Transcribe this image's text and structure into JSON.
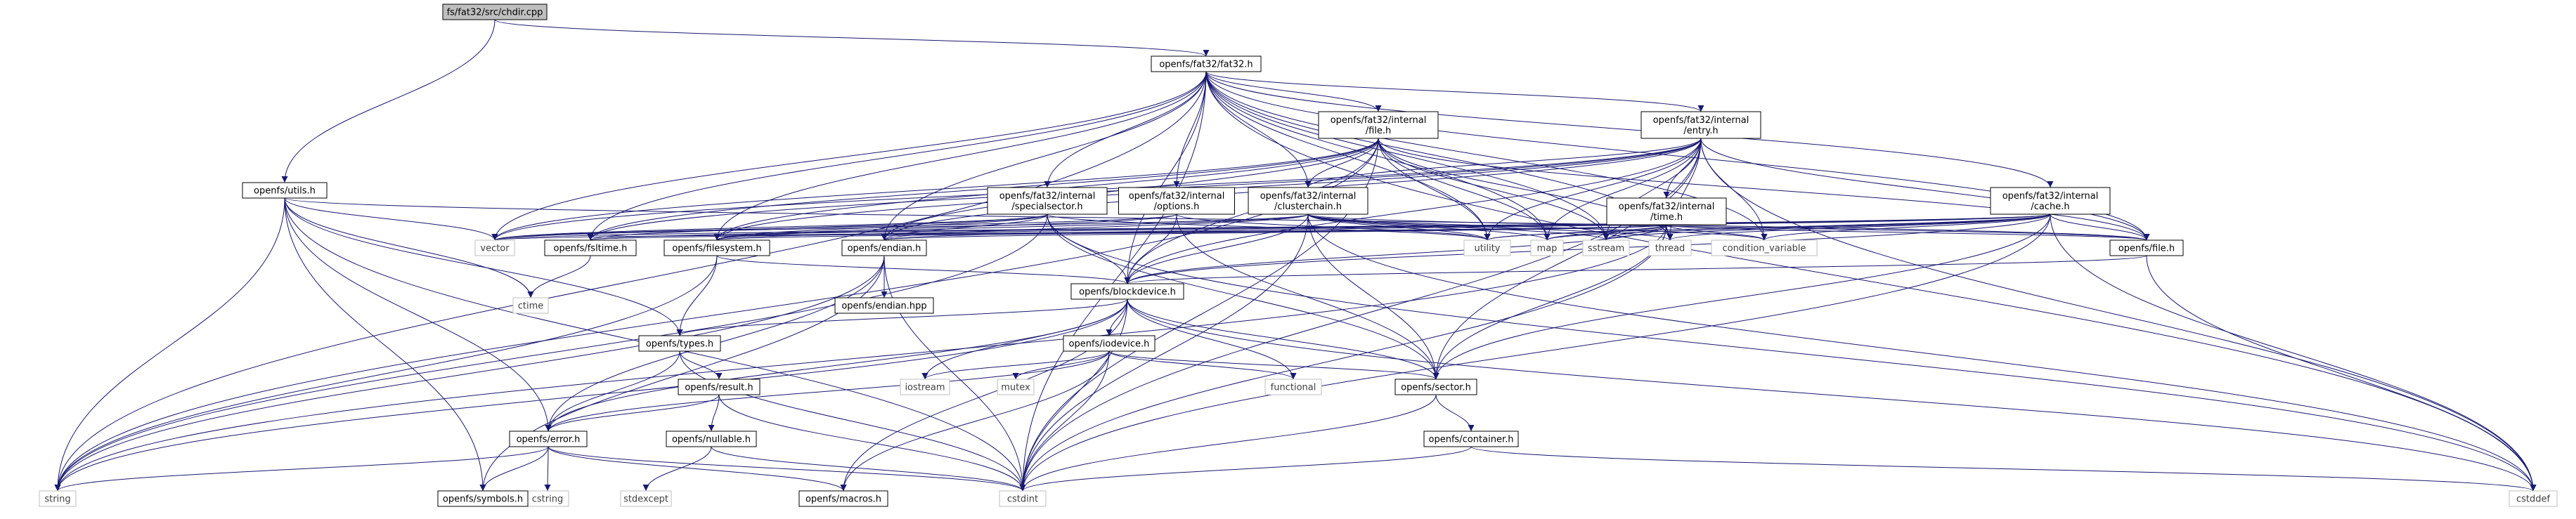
{
  "colors": {
    "edge": "#191970",
    "root_fill": "#bfbfbf",
    "local_border": "#000000",
    "system_border": "#bfbfbf",
    "background": "#ffffff"
  },
  "nodes": {
    "chdir": {
      "lines": [
        "fs/fat32/src/chdir.cpp"
      ],
      "kind": "root"
    },
    "fat32": {
      "lines": [
        "openfs/fat32/fat32.h"
      ],
      "kind": "local"
    },
    "utils": {
      "lines": [
        "openfs/utils.h"
      ],
      "kind": "local"
    },
    "file_i": {
      "lines": [
        "openfs/fat32/internal",
        "/file.h"
      ],
      "kind": "local"
    },
    "entry": {
      "lines": [
        "openfs/fat32/internal",
        "/entry.h"
      ],
      "kind": "local"
    },
    "special": {
      "lines": [
        "openfs/fat32/internal",
        "/specialsector.h"
      ],
      "kind": "local"
    },
    "options": {
      "lines": [
        "openfs/fat32/internal",
        "/options.h"
      ],
      "kind": "local"
    },
    "cluster": {
      "lines": [
        "openfs/fat32/internal",
        "/clusterchain.h"
      ],
      "kind": "local"
    },
    "time_i": {
      "lines": [
        "openfs/fat32/internal",
        "/time.h"
      ],
      "kind": "local"
    },
    "cache": {
      "lines": [
        "openfs/fat32/internal",
        "/cache.h"
      ],
      "kind": "local"
    },
    "vector": {
      "lines": [
        "vector"
      ],
      "kind": "system"
    },
    "fsltime": {
      "lines": [
        "openfs/fsltime.h"
      ],
      "kind": "local"
    },
    "filesystem": {
      "lines": [
        "openfs/filesystem.h"
      ],
      "kind": "local"
    },
    "endian": {
      "lines": [
        "openfs/endian.h"
      ],
      "kind": "local"
    },
    "utility": {
      "lines": [
        "utility"
      ],
      "kind": "system"
    },
    "map": {
      "lines": [
        "map"
      ],
      "kind": "system"
    },
    "sstream": {
      "lines": [
        "sstream"
      ],
      "kind": "system"
    },
    "thread": {
      "lines": [
        "thread"
      ],
      "kind": "system"
    },
    "condvar": {
      "lines": [
        "condition_variable"
      ],
      "kind": "system"
    },
    "file_h": {
      "lines": [
        "openfs/file.h"
      ],
      "kind": "local"
    },
    "ctime": {
      "lines": [
        "ctime"
      ],
      "kind": "system"
    },
    "endianhpp": {
      "lines": [
        "openfs/endian.hpp"
      ],
      "kind": "local"
    },
    "blockdev": {
      "lines": [
        "openfs/blockdevice.h"
      ],
      "kind": "local"
    },
    "types": {
      "lines": [
        "openfs/types.h"
      ],
      "kind": "local"
    },
    "iodevice": {
      "lines": [
        "openfs/iodevice.h"
      ],
      "kind": "local"
    },
    "result": {
      "lines": [
        "openfs/result.h"
      ],
      "kind": "local"
    },
    "iostream": {
      "lines": [
        "iostream"
      ],
      "kind": "system"
    },
    "mutex": {
      "lines": [
        "mutex"
      ],
      "kind": "system"
    },
    "functional": {
      "lines": [
        "functional"
      ],
      "kind": "system"
    },
    "sector": {
      "lines": [
        "openfs/sector.h"
      ],
      "kind": "local"
    },
    "error": {
      "lines": [
        "openfs/error.h"
      ],
      "kind": "local"
    },
    "nullable": {
      "lines": [
        "openfs/nullable.h"
      ],
      "kind": "local"
    },
    "container": {
      "lines": [
        "openfs/container.h"
      ],
      "kind": "local"
    },
    "string": {
      "lines": [
        "string"
      ],
      "kind": "system"
    },
    "cstring": {
      "lines": [
        "cstring"
      ],
      "kind": "system"
    },
    "symbols": {
      "lines": [
        "openfs/symbols.h"
      ],
      "kind": "local"
    },
    "stdexcept": {
      "lines": [
        "stdexcept"
      ],
      "kind": "system"
    },
    "macros": {
      "lines": [
        "openfs/macros.h"
      ],
      "kind": "local"
    },
    "cstdint": {
      "lines": [
        "cstdint"
      ],
      "kind": "system"
    },
    "cstddef": {
      "lines": [
        "cstddef"
      ],
      "kind": "system"
    }
  },
  "edges": [
    [
      "chdir",
      "fat32"
    ],
    [
      "chdir",
      "utils"
    ],
    [
      "fat32",
      "file_i"
    ],
    [
      "fat32",
      "entry"
    ],
    [
      "fat32",
      "special"
    ],
    [
      "fat32",
      "options"
    ],
    [
      "fat32",
      "cluster"
    ],
    [
      "fat32",
      "cache"
    ],
    [
      "fat32",
      "vector"
    ],
    [
      "fat32",
      "fsltime"
    ],
    [
      "fat32",
      "filesystem"
    ],
    [
      "fat32",
      "endian"
    ],
    [
      "fat32",
      "utility"
    ],
    [
      "fat32",
      "map"
    ],
    [
      "fat32",
      "sstream"
    ],
    [
      "fat32",
      "thread"
    ],
    [
      "fat32",
      "condvar"
    ],
    [
      "fat32",
      "file_h"
    ],
    [
      "fat32",
      "blockdev"
    ],
    [
      "fat32",
      "string"
    ],
    [
      "fat32",
      "cstdint"
    ],
    [
      "fat32",
      "cstddef"
    ],
    [
      "utils",
      "vector"
    ],
    [
      "utils",
      "ctime"
    ],
    [
      "utils",
      "types"
    ],
    [
      "utils",
      "error"
    ],
    [
      "utils",
      "string"
    ],
    [
      "utils",
      "symbols"
    ],
    [
      "utils",
      "cstdint"
    ],
    [
      "utils",
      "file_h"
    ],
    [
      "file_i",
      "cluster"
    ],
    [
      "file_i",
      "vector"
    ],
    [
      "file_i",
      "fsltime"
    ],
    [
      "file_i",
      "filesystem"
    ],
    [
      "file_i",
      "endian"
    ],
    [
      "file_i",
      "utility"
    ],
    [
      "file_i",
      "map"
    ],
    [
      "file_i",
      "sstream"
    ],
    [
      "file_i",
      "thread"
    ],
    [
      "file_i",
      "file_h"
    ],
    [
      "file_i",
      "string"
    ],
    [
      "file_i",
      "cstdint"
    ],
    [
      "file_i",
      "blockdev"
    ],
    [
      "entry",
      "time_i"
    ],
    [
      "entry",
      "cluster"
    ],
    [
      "entry",
      "vector"
    ],
    [
      "entry",
      "fsltime"
    ],
    [
      "entry",
      "filesystem"
    ],
    [
      "entry",
      "endian"
    ],
    [
      "entry",
      "utility"
    ],
    [
      "entry",
      "map"
    ],
    [
      "entry",
      "sstream"
    ],
    [
      "entry",
      "thread"
    ],
    [
      "entry",
      "condvar"
    ],
    [
      "entry",
      "file_h"
    ],
    [
      "entry",
      "blockdev"
    ],
    [
      "entry",
      "sector"
    ],
    [
      "entry",
      "cstdint"
    ],
    [
      "entry",
      "cstddef"
    ],
    [
      "special",
      "vector"
    ],
    [
      "special",
      "fsltime"
    ],
    [
      "special",
      "filesystem"
    ],
    [
      "special",
      "endian"
    ],
    [
      "special",
      "blockdev"
    ],
    [
      "special",
      "sector"
    ],
    [
      "special",
      "utility"
    ],
    [
      "special",
      "string"
    ],
    [
      "special",
      "cstddef"
    ],
    [
      "options",
      "vector"
    ],
    [
      "options",
      "filesystem"
    ],
    [
      "options",
      "blockdev"
    ],
    [
      "options",
      "utility"
    ],
    [
      "options",
      "sector"
    ],
    [
      "cluster",
      "vector"
    ],
    [
      "cluster",
      "filesystem"
    ],
    [
      "cluster",
      "endian"
    ],
    [
      "cluster",
      "blockdev"
    ],
    [
      "cluster",
      "sector"
    ],
    [
      "cluster",
      "utility"
    ],
    [
      "cluster",
      "map"
    ],
    [
      "cluster",
      "sstream"
    ],
    [
      "cluster",
      "thread"
    ],
    [
      "cluster",
      "condvar"
    ],
    [
      "cluster",
      "file_h"
    ],
    [
      "cluster",
      "cstdint"
    ],
    [
      "cluster",
      "cstddef"
    ],
    [
      "time_i",
      "vector"
    ],
    [
      "time_i",
      "fsltime"
    ],
    [
      "time_i",
      "filesystem"
    ],
    [
      "time_i",
      "endian"
    ],
    [
      "time_i",
      "utility"
    ],
    [
      "time_i",
      "map"
    ],
    [
      "time_i",
      "sstream"
    ],
    [
      "time_i",
      "thread"
    ],
    [
      "time_i",
      "condvar"
    ],
    [
      "time_i",
      "file_h"
    ],
    [
      "time_i",
      "blockdev"
    ],
    [
      "time_i",
      "sector"
    ],
    [
      "time_i",
      "cstdint"
    ],
    [
      "time_i",
      "string"
    ],
    [
      "cache",
      "vector"
    ],
    [
      "cache",
      "fsltime"
    ],
    [
      "cache",
      "filesystem"
    ],
    [
      "cache",
      "endian"
    ],
    [
      "cache",
      "utility"
    ],
    [
      "cache",
      "map"
    ],
    [
      "cache",
      "sstream"
    ],
    [
      "cache",
      "thread"
    ],
    [
      "cache",
      "condvar"
    ],
    [
      "cache",
      "file_h"
    ],
    [
      "cache",
      "blockdev"
    ],
    [
      "cache",
      "sector"
    ],
    [
      "cache",
      "cstdint"
    ],
    [
      "cache",
      "cstddef"
    ],
    [
      "fsltime",
      "ctime"
    ],
    [
      "filesystem",
      "blockdev"
    ],
    [
      "filesystem",
      "types"
    ],
    [
      "filesystem",
      "string"
    ],
    [
      "endian",
      "endianhpp"
    ],
    [
      "endian",
      "cstdint"
    ],
    [
      "endian",
      "error"
    ],
    [
      "endian",
      "string"
    ],
    [
      "endian",
      "symbols"
    ],
    [
      "file_h",
      "cstddef"
    ],
    [
      "file_h",
      "blockdev"
    ],
    [
      "blockdev",
      "types"
    ],
    [
      "blockdev",
      "iodevice"
    ],
    [
      "blockdev",
      "sector"
    ],
    [
      "blockdev",
      "iostream"
    ],
    [
      "blockdev",
      "functional"
    ],
    [
      "blockdev",
      "string"
    ],
    [
      "blockdev",
      "cstdint"
    ],
    [
      "blockdev",
      "cstddef"
    ],
    [
      "blockdev",
      "macros"
    ],
    [
      "blockdev",
      "error"
    ],
    [
      "types",
      "result"
    ],
    [
      "types",
      "error"
    ],
    [
      "types",
      "cstdint"
    ],
    [
      "iodevice",
      "iostream"
    ],
    [
      "iodevice",
      "mutex"
    ],
    [
      "iodevice",
      "functional"
    ],
    [
      "iodevice",
      "sector"
    ],
    [
      "iodevice",
      "error"
    ],
    [
      "iodevice",
      "cstdint"
    ],
    [
      "iodevice",
      "macros"
    ],
    [
      "result",
      "nullable"
    ],
    [
      "result",
      "error"
    ],
    [
      "result",
      "cstdint"
    ],
    [
      "sector",
      "container"
    ],
    [
      "sector",
      "cstdint"
    ],
    [
      "error",
      "string"
    ],
    [
      "error",
      "cstring"
    ],
    [
      "error",
      "symbols"
    ],
    [
      "error",
      "macros"
    ],
    [
      "error",
      "cstdint"
    ],
    [
      "nullable",
      "stdexcept"
    ],
    [
      "nullable",
      "cstdint"
    ],
    [
      "container",
      "cstdint"
    ],
    [
      "container",
      "cstddef"
    ]
  ]
}
